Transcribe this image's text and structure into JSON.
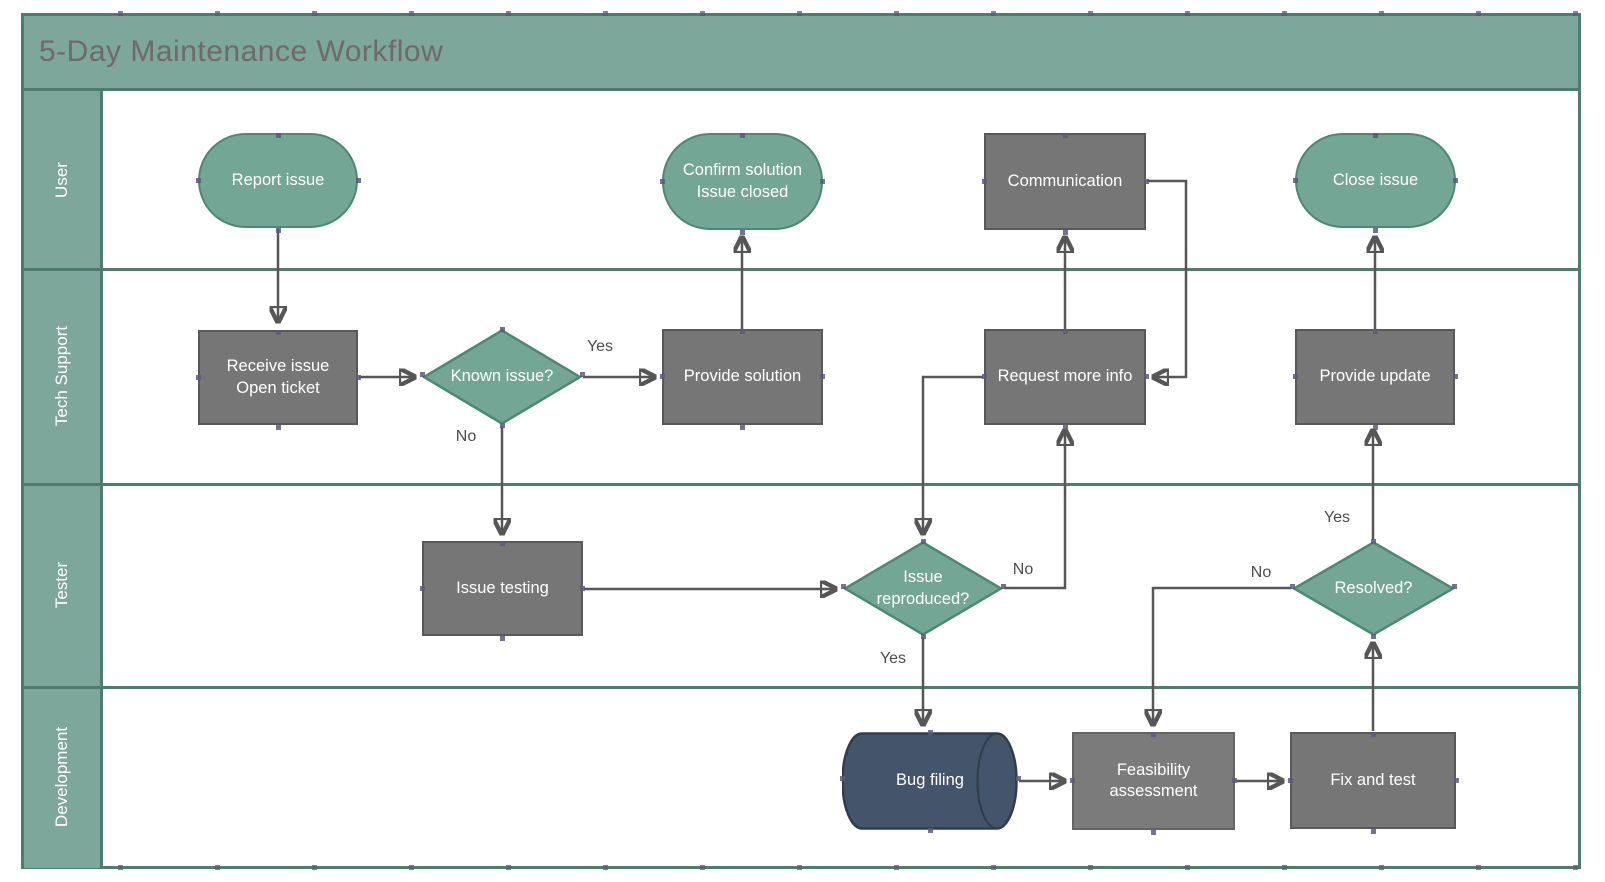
{
  "title": "5-Day Maintenance Workflow",
  "lanes": [
    {
      "label": "User"
    },
    {
      "label": "Tech Support"
    },
    {
      "label": "Tester"
    },
    {
      "label": "Development"
    }
  ],
  "nodes": {
    "report_issue": {
      "label": "Report issue",
      "type": "start"
    },
    "confirm_solution": {
      "label": "Confirm solution\nIssue closed",
      "type": "end"
    },
    "communication": {
      "label": "Communication",
      "type": "process"
    },
    "close_issue": {
      "label": "Close issue",
      "type": "end"
    },
    "receive_issue": {
      "label": "Receive issue\nOpen ticket",
      "type": "process"
    },
    "known_issue": {
      "label": "Known issue?",
      "type": "decision"
    },
    "provide_solution": {
      "label": "Provide solution",
      "type": "process"
    },
    "request_more_info": {
      "label": "Request more info",
      "type": "process"
    },
    "provide_update": {
      "label": "Provide update",
      "type": "process"
    },
    "issue_testing": {
      "label": "Issue testing",
      "type": "process"
    },
    "issue_reproduced": {
      "label": "Issue\nreproduced?",
      "type": "decision"
    },
    "resolved": {
      "label": "Resolved?",
      "type": "decision"
    },
    "bug_filing": {
      "label": "Bug filing",
      "type": "data-store"
    },
    "feasibility": {
      "label": "Feasibility\nassessment",
      "type": "process"
    },
    "fix_and_test": {
      "label": "Fix and test",
      "type": "process"
    }
  },
  "edges": [
    {
      "from": "report_issue",
      "to": "receive_issue",
      "label": ""
    },
    {
      "from": "receive_issue",
      "to": "known_issue",
      "label": ""
    },
    {
      "from": "known_issue",
      "to": "provide_solution",
      "label": "Yes"
    },
    {
      "from": "provide_solution",
      "to": "confirm_solution",
      "label": ""
    },
    {
      "from": "known_issue",
      "to": "issue_testing",
      "label": "No"
    },
    {
      "from": "issue_testing",
      "to": "issue_reproduced",
      "label": ""
    },
    {
      "from": "issue_reproduced",
      "to": "request_more_info",
      "label": "No"
    },
    {
      "from": "request_more_info",
      "to": "issue_reproduced",
      "label": ""
    },
    {
      "from": "request_more_info",
      "to": "communication",
      "label": ""
    },
    {
      "from": "communication",
      "to": "request_more_info",
      "label": ""
    },
    {
      "from": "issue_reproduced",
      "to": "bug_filing",
      "label": "Yes"
    },
    {
      "from": "bug_filing",
      "to": "feasibility",
      "label": ""
    },
    {
      "from": "feasibility",
      "to": "fix_and_test",
      "label": ""
    },
    {
      "from": "fix_and_test",
      "to": "resolved",
      "label": ""
    },
    {
      "from": "resolved",
      "to": "provide_update",
      "label": "Yes"
    },
    {
      "from": "resolved",
      "to": "feasibility",
      "label": "No"
    },
    {
      "from": "provide_update",
      "to": "close_issue",
      "label": ""
    }
  ],
  "colors": {
    "lane_fill": "#7ca79a",
    "frame_border": "#4e7c6f",
    "terminal_fill": "#74a695",
    "process_fill": "#767676",
    "data_store_fill": "#44546a",
    "connector": "#565656"
  }
}
